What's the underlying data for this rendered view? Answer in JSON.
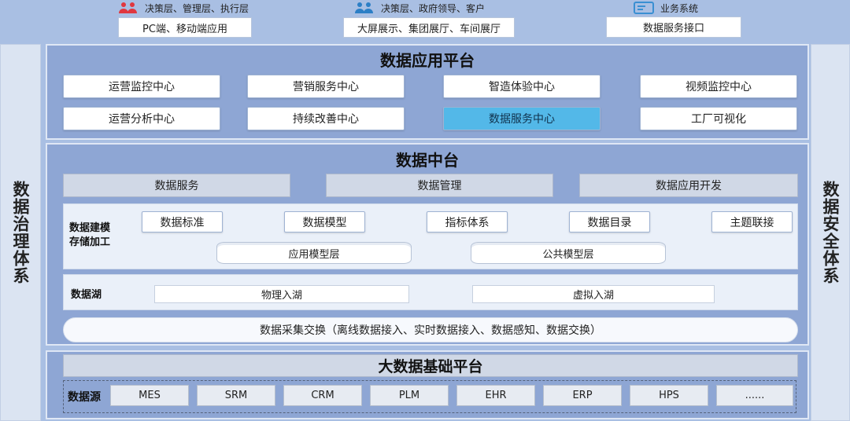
{
  "top": {
    "groups": [
      {
        "caption": "决策层、管理层、执行层",
        "box": "PC端、移动端应用",
        "icon": "users-icon",
        "color": "#e0373f"
      },
      {
        "caption": "决策层、政府领导、客户",
        "box": "大屏展示、集团展厅、车间展厅",
        "icon": "users-icon",
        "color": "#2c7fc6"
      },
      {
        "caption": "业务系统",
        "box": "数据服务接口",
        "icon": "server-icon",
        "color": "#3a8fd2"
      }
    ]
  },
  "left_side": "数据治理体系",
  "right_side": "数据安全体系",
  "app_platform": {
    "title": "数据应用平台",
    "row1": [
      "运营监控中心",
      "营销服务中心",
      "智造体验中心",
      "视频监控中心"
    ],
    "row2": [
      "运营分析中心",
      "持续改善中心",
      "数据服务中心",
      "工厂可视化"
    ]
  },
  "middle": {
    "title": "数据中台",
    "bars": [
      "数据服务",
      "数据管理",
      "数据应用开发"
    ],
    "modeling": {
      "label": "数据建模\n存储加工",
      "items": [
        "数据标准",
        "数据模型",
        "指标体系",
        "数据目录",
        "主题联接"
      ],
      "layers": [
        "应用模型层",
        "公共模型层"
      ]
    },
    "lake": {
      "label": "数据湖",
      "items": [
        "物理入湖",
        "虚拟入湖"
      ]
    },
    "collect": "数据采集交换（离线数据接入、实时数据接入、数据感知、数据交换）"
  },
  "base": {
    "title": "大数据基础平台",
    "source_label": "数据源",
    "sources": [
      "MES",
      "SRM",
      "CRM",
      "PLM",
      "EHR",
      "ERP",
      "HPS",
      "......"
    ]
  },
  "colors": {
    "accent": "#53b8e8",
    "panel": "#8ea6d4"
  }
}
